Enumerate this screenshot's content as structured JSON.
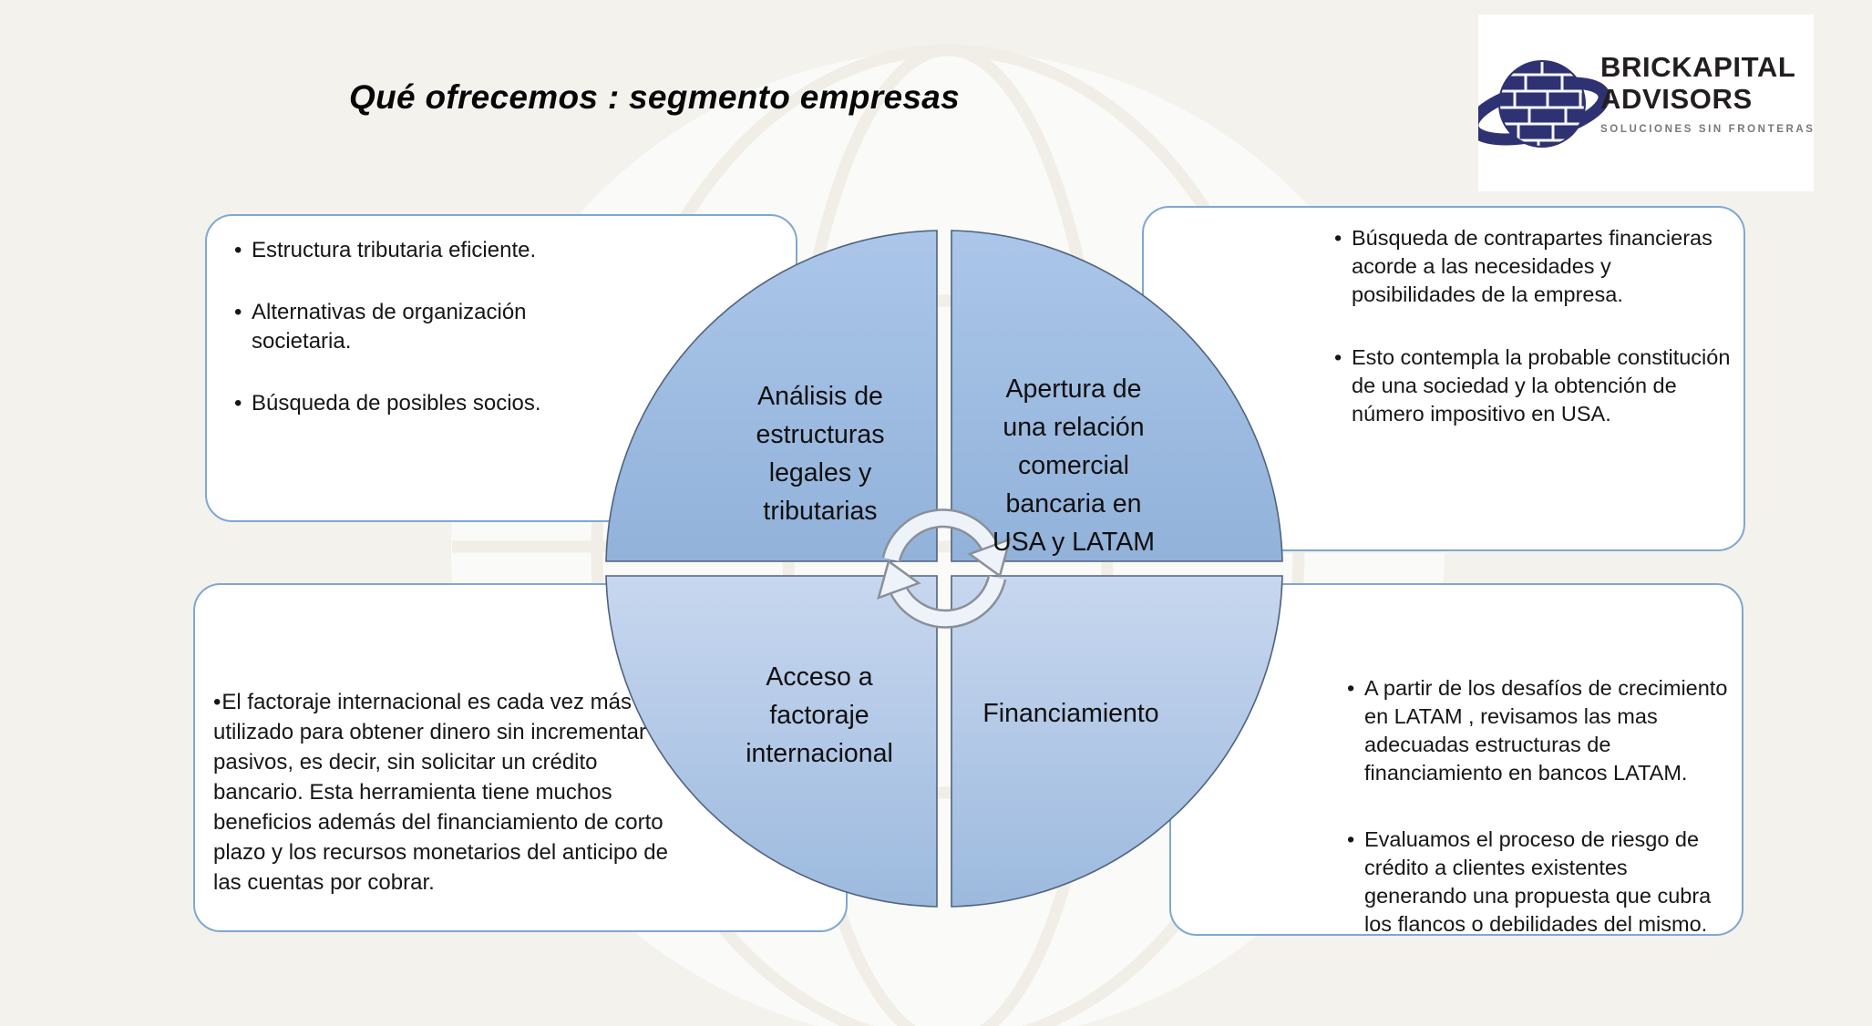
{
  "slide": {
    "title": "Qué ofrecemos : segmento empresas"
  },
  "logo": {
    "name_line1": "BRICKAPITAL",
    "name_line2": "ADVISORS",
    "tagline": "SOLUCIONES SIN FRONTERAS"
  },
  "diagram": {
    "type": "four-quadrant-cycle",
    "quadrants": [
      {
        "position": "top-left",
        "label": "Análisis de\nestructuras\nlegales y\ntributarias"
      },
      {
        "position": "top-right",
        "label": "Apertura de\nuna relación\ncomercial\nbancaria en\nUSA y LATAM"
      },
      {
        "position": "bottom-left",
        "label": "Acceso a\nfactoraje\ninternacional"
      },
      {
        "position": "bottom-right",
        "label": "Financiamiento"
      }
    ],
    "center_icon": "cycle-arrows"
  },
  "notes": {
    "top_left": {
      "bullets": [
        "Estructura tributaria eficiente.",
        "Alternativas de organización societaria.",
        "Búsqueda de posibles socios."
      ]
    },
    "top_right": {
      "bullets": [
        "Búsqueda de contrapartes financieras acorde a las necesidades y posibilidades de la empresa.",
        "Esto contempla la probable constitución de una sociedad y la obtención de número impositivo en USA."
      ]
    },
    "bottom_left": {
      "bullets": [
        "El factoraje internacional es cada vez más utilizado para obtener dinero sin incrementar los pasivos, es decir, sin solicitar un crédito bancario. Esta herramienta tiene muchos beneficios además del financiamiento de corto plazo y los recursos monetarios del anticipo de las cuentas por cobrar."
      ]
    },
    "bottom_right": {
      "bullets": [
        "A partir de los desafíos de crecimiento en LATAM , revisamos las mas adecuadas  estructuras de financiamiento en bancos LATAM.",
        "Evaluamos el proceso de riesgo de crédito a clientes existentes generando una propuesta que cubra los flancos o debilidades del mismo."
      ]
    }
  },
  "colors": {
    "background": "#f4f2ed",
    "box_border": "#7fa8d0",
    "quadrant_top_light": "#abc6e9",
    "quadrant_top_dark": "#92b2da",
    "quadrant_bottom_light": "#c8d7ef",
    "quadrant_bottom_dark": "#9cbade",
    "quadrant_outline": "#4f637f",
    "logo_navy": "#2e3273",
    "logo_text": "#221e1f",
    "logo_tagline_gray": "#77787b"
  }
}
